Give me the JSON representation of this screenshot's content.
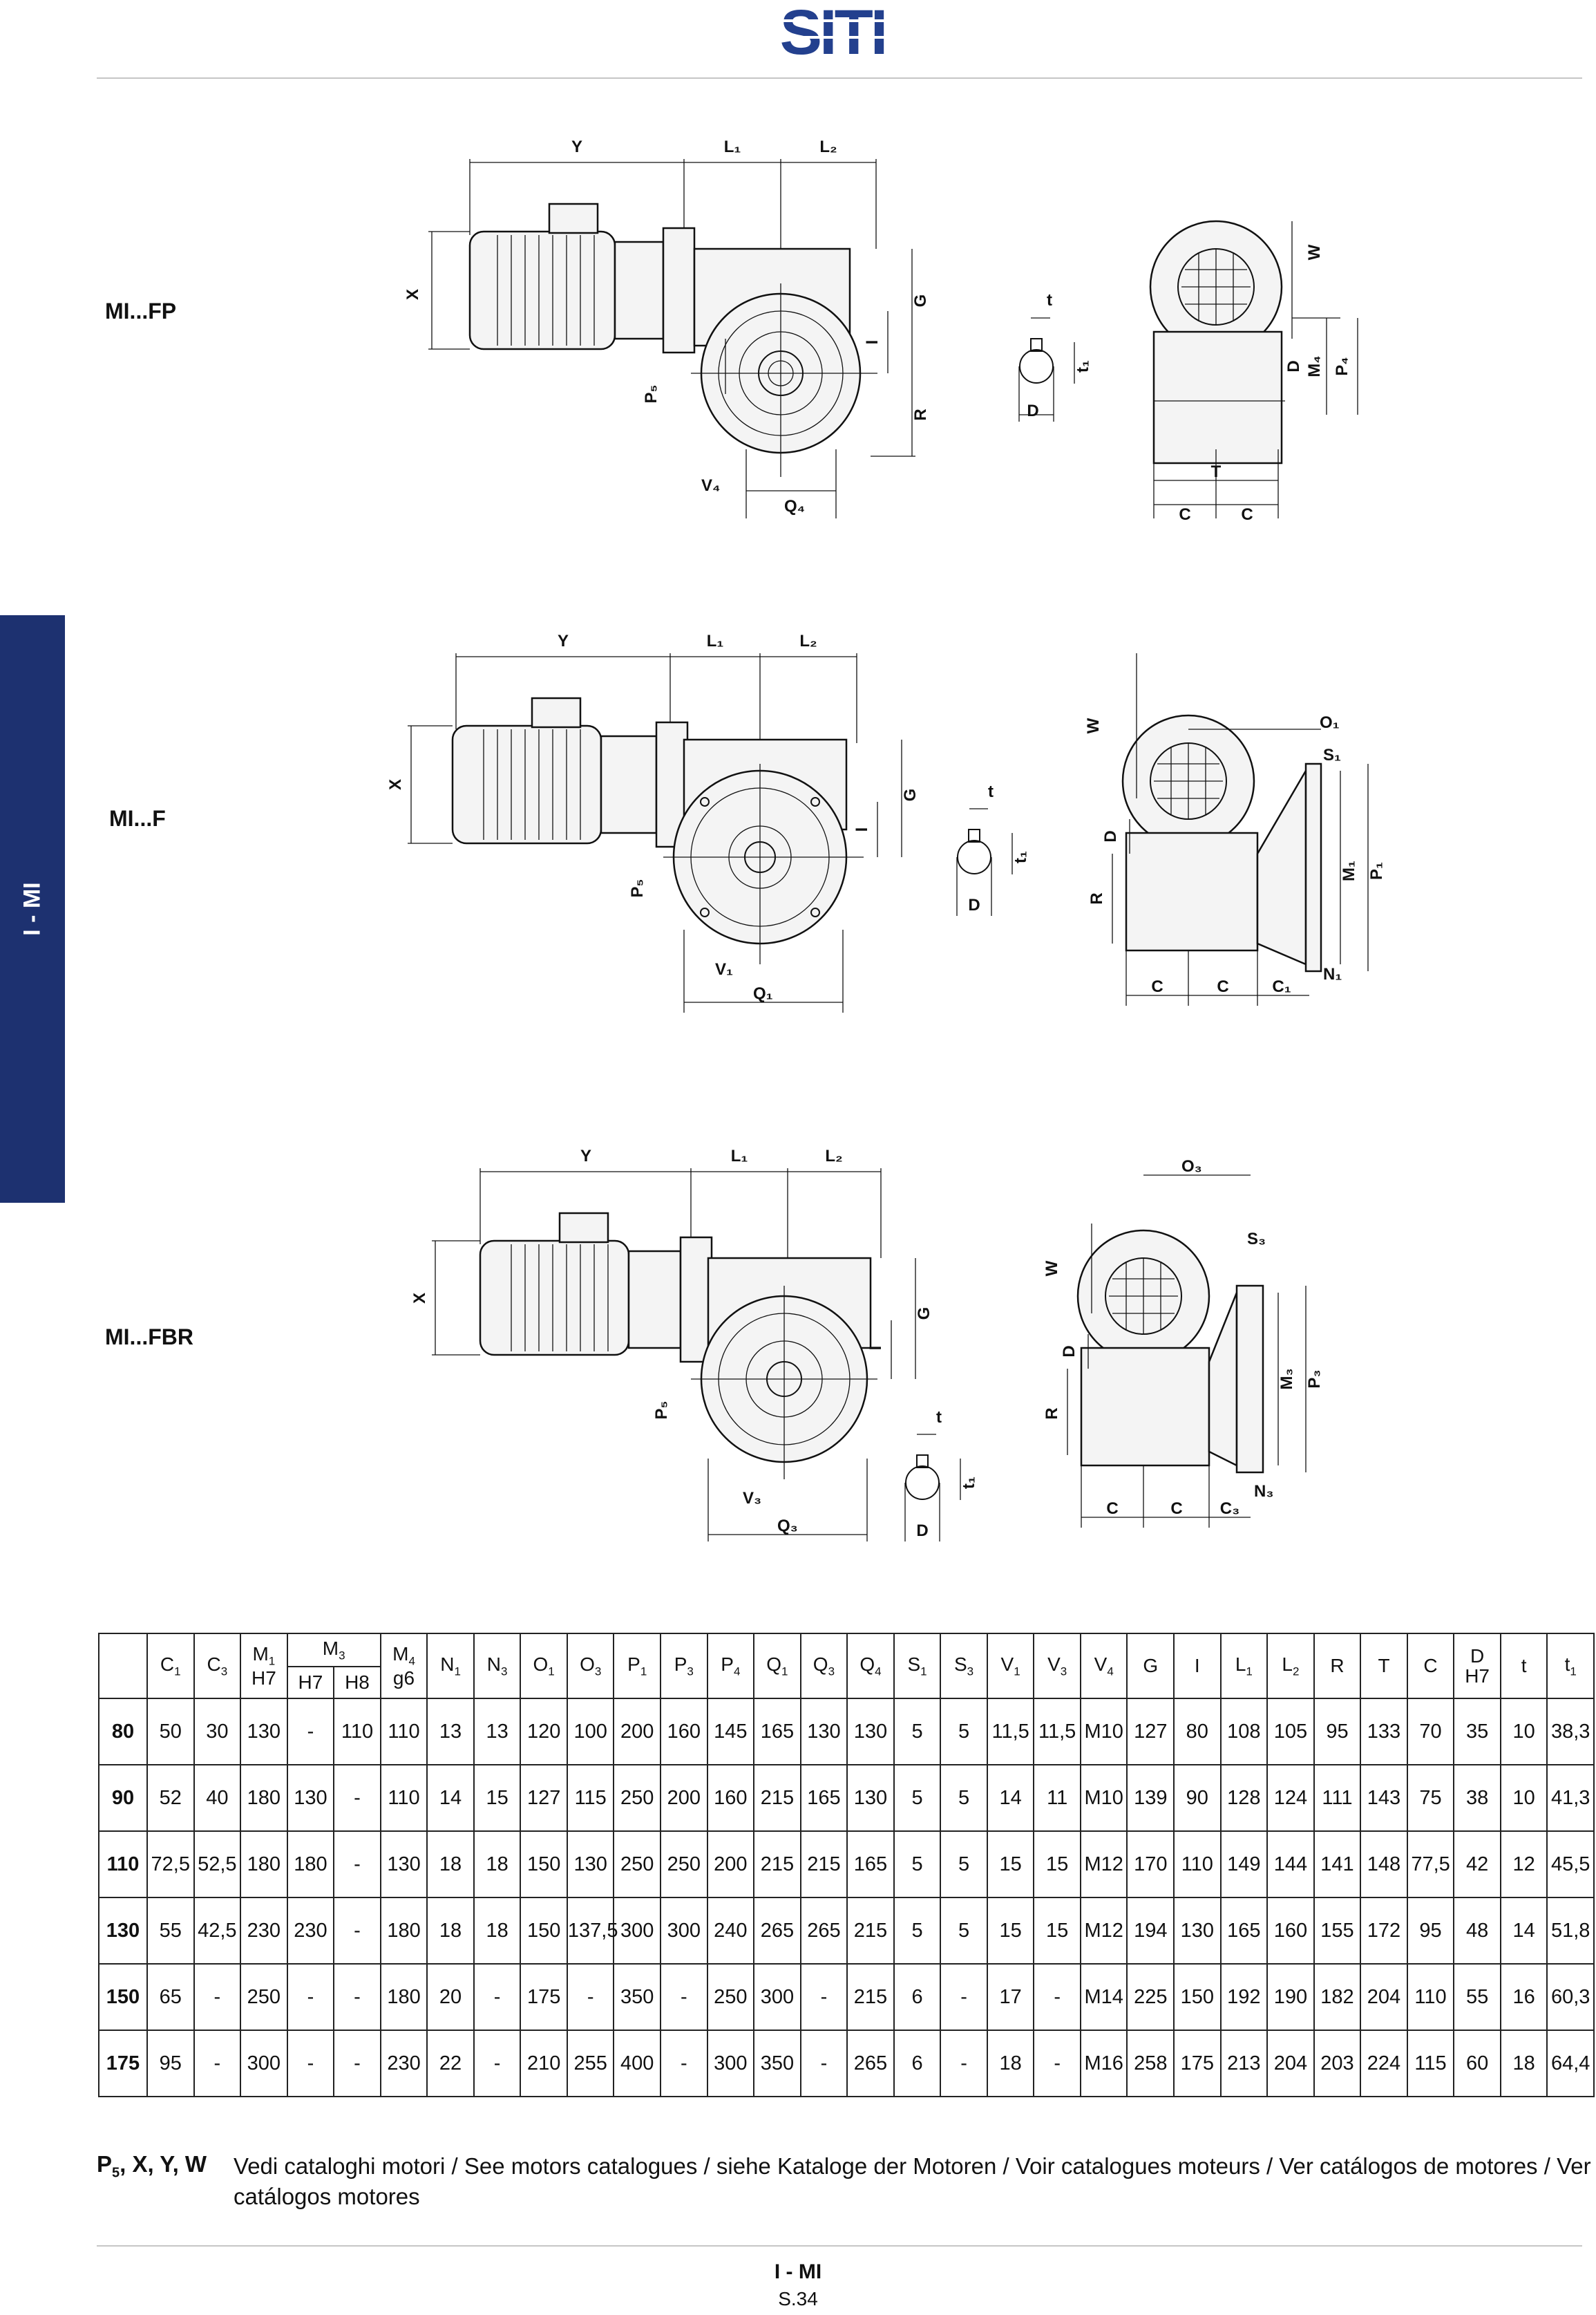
{
  "header": {
    "brand": "SITI"
  },
  "side_tab": {
    "label": "I - MI"
  },
  "figures": [
    {
      "label": "MI...FP"
    },
    {
      "label": "MI...F"
    },
    {
      "label": "MI...FBR"
    }
  ],
  "table": {
    "headers": [
      "C1",
      "C3",
      "M1 H7",
      "M3 H7",
      "M3 H8",
      "M4 g6",
      "N1",
      "N3",
      "O1",
      "O3",
      "P1",
      "P3",
      "P4",
      "Q1",
      "Q3",
      "Q4",
      "S1",
      "S3",
      "V1",
      "V3",
      "V4",
      "G",
      "I",
      "L1",
      "L2",
      "R",
      "T",
      "C",
      "D H7",
      "t",
      "t1"
    ],
    "rows": [
      {
        "size": "80",
        "values": [
          "50",
          "30",
          "130",
          "-",
          "110",
          "110",
          "13",
          "13",
          "120",
          "100",
          "200",
          "160",
          "145",
          "165",
          "130",
          "130",
          "5",
          "5",
          "11,5",
          "11,5",
          "M10",
          "127",
          "80",
          "108",
          "105",
          "95",
          "133",
          "70",
          "35",
          "10",
          "38,3"
        ]
      },
      {
        "size": "90",
        "values": [
          "52",
          "40",
          "180",
          "130",
          "-",
          "110",
          "14",
          "15",
          "127",
          "115",
          "250",
          "200",
          "160",
          "215",
          "165",
          "130",
          "5",
          "5",
          "14",
          "11",
          "M10",
          "139",
          "90",
          "128",
          "124",
          "111",
          "143",
          "75",
          "38",
          "10",
          "41,3"
        ]
      },
      {
        "size": "110",
        "values": [
          "72,5",
          "52,5",
          "180",
          "180",
          "-",
          "130",
          "18",
          "18",
          "150",
          "130",
          "250",
          "250",
          "200",
          "215",
          "215",
          "165",
          "5",
          "5",
          "15",
          "15",
          "M12",
          "170",
          "110",
          "149",
          "144",
          "141",
          "148",
          "77,5",
          "42",
          "12",
          "45,5"
        ]
      },
      {
        "size": "130",
        "values": [
          "55",
          "42,5",
          "230",
          "230",
          "-",
          "180",
          "18",
          "18",
          "150",
          "137,5",
          "300",
          "300",
          "240",
          "265",
          "265",
          "215",
          "5",
          "5",
          "15",
          "15",
          "M12",
          "194",
          "130",
          "165",
          "160",
          "155",
          "172",
          "95",
          "48",
          "14",
          "51,8"
        ]
      },
      {
        "size": "150",
        "values": [
          "65",
          "-",
          "250",
          "-",
          "-",
          "180",
          "20",
          "-",
          "175",
          "-",
          "350",
          "-",
          "250",
          "300",
          "-",
          "215",
          "6",
          "-",
          "17",
          "-",
          "M14",
          "225",
          "150",
          "192",
          "190",
          "182",
          "204",
          "110",
          "55",
          "16",
          "60,3"
        ]
      },
      {
        "size": "175",
        "values": [
          "95",
          "-",
          "300",
          "-",
          "-",
          "230",
          "22",
          "-",
          "210",
          "255",
          "400",
          "-",
          "300",
          "350",
          "-",
          "265",
          "6",
          "-",
          "18",
          "-",
          "M16",
          "258",
          "175",
          "213",
          "204",
          "203",
          "224",
          "115",
          "60",
          "18",
          "64,4"
        ]
      }
    ]
  },
  "footnote": {
    "key": "P5, X, Y, W",
    "text": "Vedi cataloghi motori / See motors catalogues / siehe Kataloge der Motoren / Voir catalogues moteurs / Ver catálogos de motores / Ver catálogos motores"
  },
  "footer": {
    "section": "I - MI",
    "page": "S.34"
  }
}
